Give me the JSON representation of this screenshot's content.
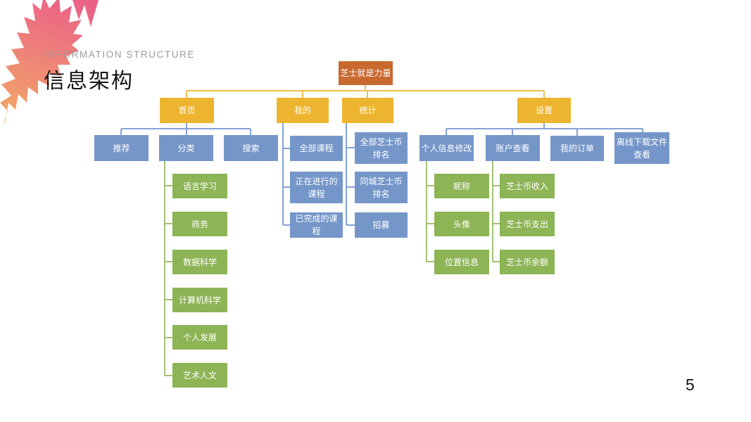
{
  "slide": {
    "eyebrow": "INFORMATION STRUCTURE",
    "title": "信息架构",
    "page_number": "5"
  },
  "colors": {
    "root_fill": "#c8692f",
    "level1_fill": "#ecb42f",
    "level2_fill": "#7596c9",
    "level3_fill": "#8db455",
    "connector_yellow": "#edc050",
    "connector_blue": "#84a2d4",
    "connector_green": "#a3c274",
    "leaf_pink": "#eb6287",
    "leaf_orange": "#f2aa66"
  },
  "tree": {
    "root": {
      "label": "芝士就是力量"
    },
    "branches": [
      {
        "label": "首页",
        "children": [
          {
            "label": "推荐"
          },
          {
            "label": "分类",
            "children": [
              {
                "label": "语言学习"
              },
              {
                "label": "商务"
              },
              {
                "label": "数据科学"
              },
              {
                "label": "计算机科学"
              },
              {
                "label": "个人发展"
              },
              {
                "label": "艺术人文"
              }
            ]
          },
          {
            "label": "搜索"
          }
        ]
      },
      {
        "label": "我的",
        "children": [
          {
            "label": "全部课程"
          },
          {
            "label": "正在进行的课程"
          },
          {
            "label": "已完成的课程"
          }
        ]
      },
      {
        "label": "统计",
        "children": [
          {
            "label": "全部芝士币排名"
          },
          {
            "label": "同城芝士币排名"
          },
          {
            "label": "招募"
          }
        ]
      },
      {
        "label": "设置",
        "children": [
          {
            "label": "个人信息修改",
            "children": [
              {
                "label": "昵称"
              },
              {
                "label": "头像"
              },
              {
                "label": "位置信息"
              }
            ]
          },
          {
            "label": "账户查看",
            "children": [
              {
                "label": "芝士币收入"
              },
              {
                "label": "芝士币支出"
              },
              {
                "label": "芝士币余额"
              }
            ]
          },
          {
            "label": "我的订单"
          },
          {
            "label": "离线下载文件查看"
          }
        ]
      }
    ]
  }
}
